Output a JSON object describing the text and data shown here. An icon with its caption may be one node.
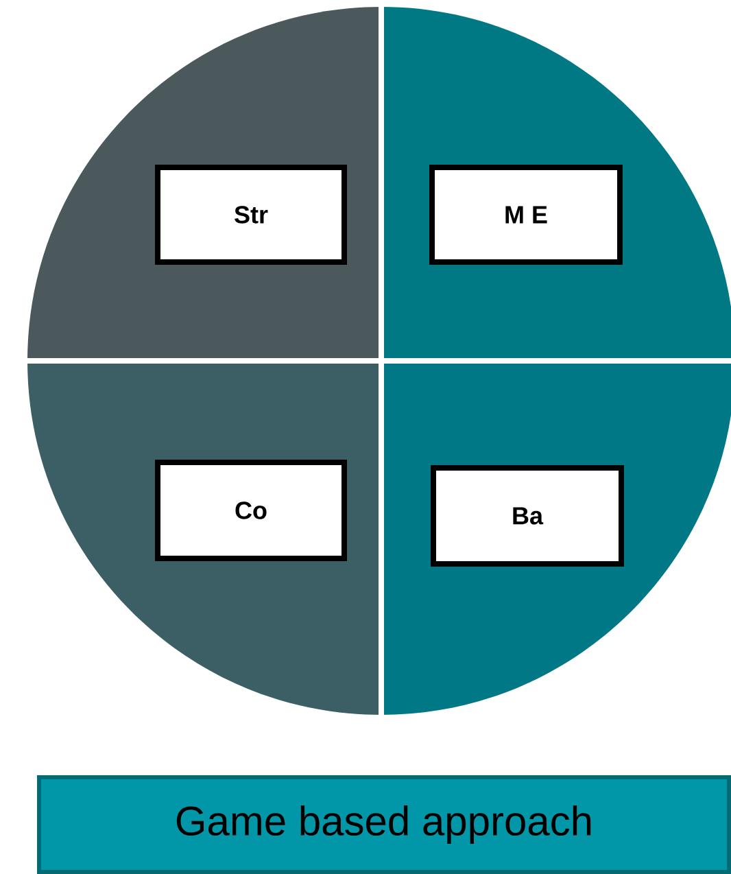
{
  "diagram": {
    "nodes": [
      {
        "text": [
          "Str"
        ]
      },
      {
        "text": [
          "M E"
        ]
      },
      {
        "text": [
          "Co"
        ]
      },
      {
        "text": [
          "Ba"
        ]
      },
      {
        "text": [
          "Game based approach"
        ]
      }
    ]
  }
}
